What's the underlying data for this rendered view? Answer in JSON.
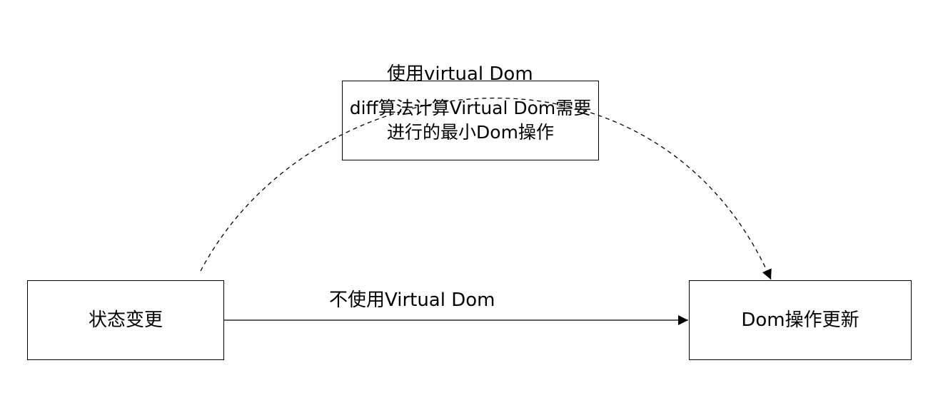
{
  "diagram": {
    "nodes": {
      "state_change": {
        "label": "状态变更"
      },
      "dom_update": {
        "label": "Dom操作更新"
      },
      "diff_compute": {
        "label": "diff算法计算Virtual Dom需要进行的最小Dom操作"
      }
    },
    "edges": {
      "with_virtual": {
        "label": "使用virtual Dom",
        "style": "dashed"
      },
      "without_virtual": {
        "label": "不使用Virtual Dom",
        "style": "solid"
      }
    },
    "colors": {
      "stroke": "#000000",
      "background": "#ffffff"
    }
  }
}
